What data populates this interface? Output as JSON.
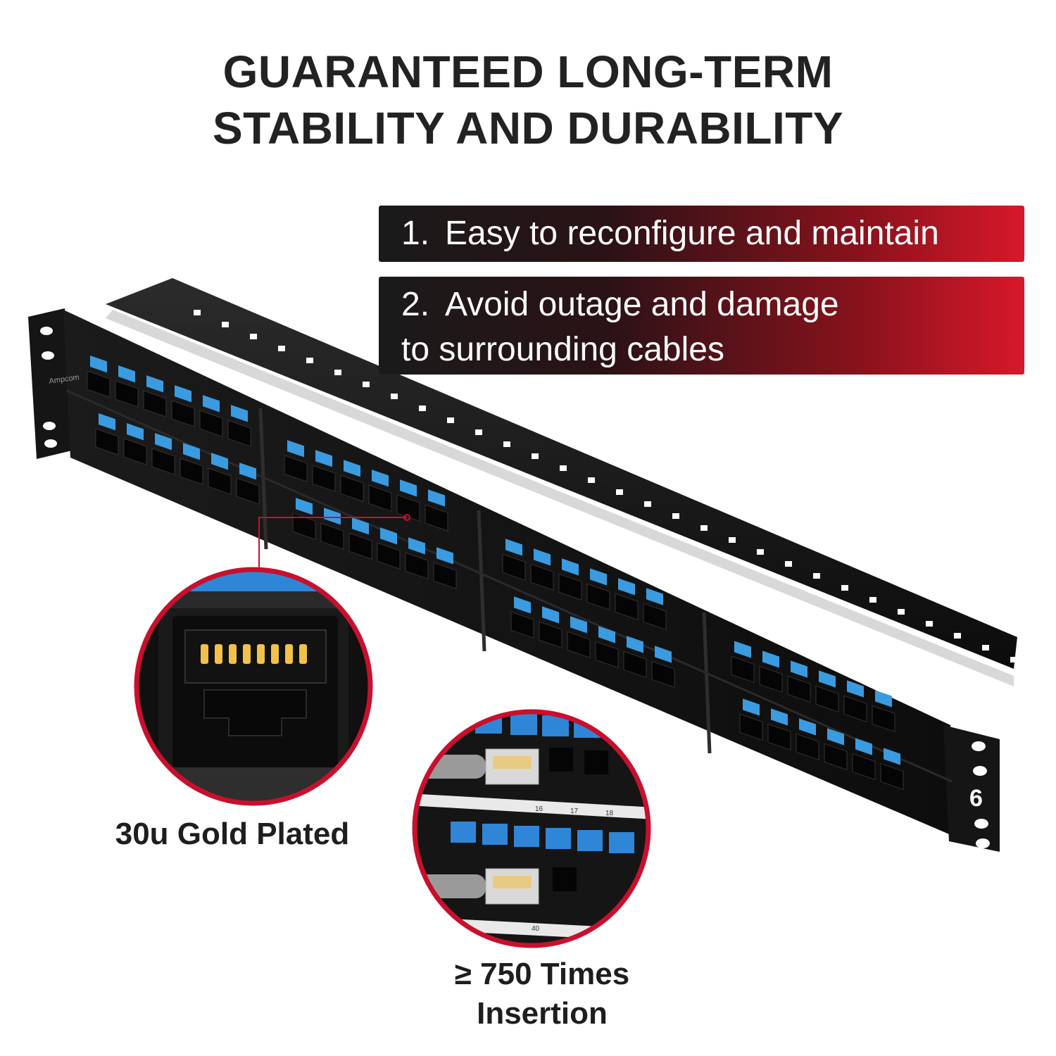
{
  "headline": {
    "line1": "GUARANTEED LONG-TERM",
    "line2": "STABILITY AND DURABILITY"
  },
  "features": [
    {
      "number": "1.",
      "line1": "Easy to reconfigure and maintain",
      "line2": ""
    },
    {
      "number": "2.",
      "line1": "Avoid outage and damage",
      "line2": "to surrounding cables"
    }
  ],
  "callouts": {
    "gold_plated": "30u Gold Plated",
    "insertion_line1": "≥ 750 Times",
    "insertion_line2": "Insertion"
  },
  "panel": {
    "brand_mark": "Ampcom",
    "category_badge": "6",
    "zoom_port_labels": [
      "16",
      "17",
      "18",
      "40"
    ]
  },
  "colors": {
    "accent_red": "#d8182a",
    "panel_black": "#111111",
    "port_blue": "#3a9be0",
    "gold_contacts": "#f2c14a"
  }
}
